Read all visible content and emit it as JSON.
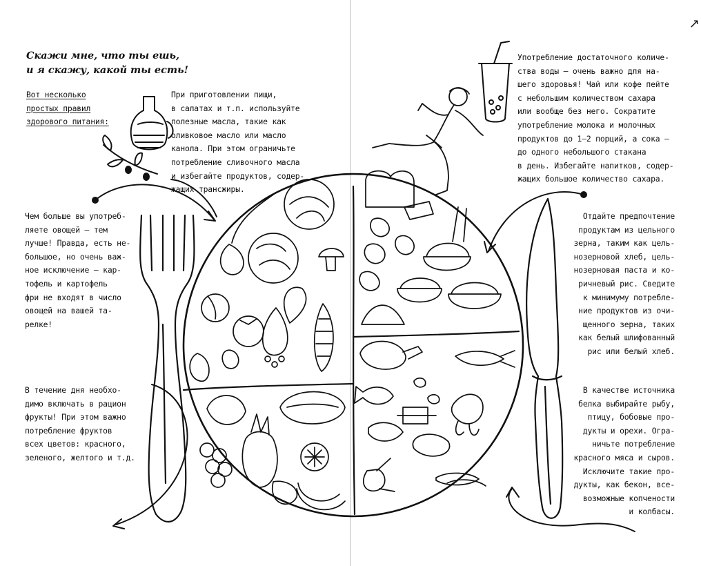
{
  "title": "Скажи мне, что ты ешь,\nи я скажу, какой ты есть!",
  "intro": "Вот несколько\nпростых правил\nздорового питания:",
  "oils": "При приготовлении пищи,\nв салатах и т.п. используйте\nполезные масла, такие как\nоливковое масло или масло\nканола. При этом ограничьте\nпотребление сливочного масла\nи избегайте продуктов, содер-\nжащих трансжиры.",
  "water": "Употребление достаточного количе-\nства воды — очень важно для на-\nшего здоровья! Чай или кофе пейте\nс небольшим количеством сахара\nили вообще без него. Сократите\nупотребление молока и молочных\nпродуктов до 1–2 порций, а сока —\nдо одного небольшого стакана\nв день. Избегайте напитков, содер-\nжащих большое количество сахара.",
  "vegetables": "Чем больше вы употреб-\nляете овощей — тем\nлучше! Правда, есть не-\nбольшое, но очень важ-\nное исключение — кар-\nтофель и картофель\nфри не входят в число\nовощей на вашей та-\nрелке!",
  "grains": "Отдайте предпочтение\nпродуктам из цельного\nзерна, таким как цель-\nнозерновой хлеб, цель-\nнозерновая паста и ко-\nричневый рис. Сведите\nк минимуму потребле-\nние продуктов из очи-\nщенного зерна, таких\nкак белый шлифованный\nрис или белый хлеб.",
  "fruits": "В течение дня необхо-\nдимо включать в рацион\nфрукты! При этом важно\nпотребление фруктов\nвсех цветов: красного,\nзеленого, желтого и т.д.",
  "protein": "В качестве источника\nбелка выбирайте рыбу,\nптицу, бобовые про-\nдукты и орехи. Огра-\nничьте потребление\nкрасного мяса и сыров.\nИсключите такие про-\nдукты, как бекон, все-\nвозможные копчености\nи колбасы.",
  "page_marker": "↗",
  "colors": {
    "ink": "#111111",
    "paper": "#ffffff",
    "gutter": "#bdbdbd"
  }
}
